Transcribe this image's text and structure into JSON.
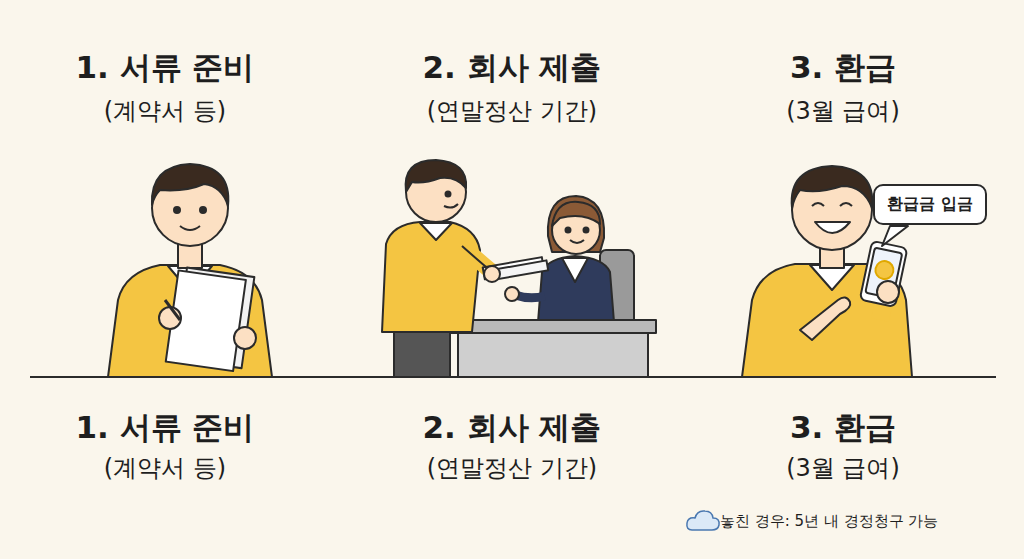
{
  "diagram": {
    "nodes": [
      {
        "text": [
          "환급금 입금"
        ]
      }
    ],
    "labels": [
      "1. 서류 준비",
      "(계약서 등)",
      "2. 회사 제출",
      "(연말정산 기간)",
      "3. 환급",
      "(3월 급여)",
      "1. 서류 준비",
      "(계약서 등)",
      "2. 회사 제출",
      "(연말정산 기간)",
      "3. 환급",
      "(3월 급여)",
      "놓친 경우: 5년 내 경정청구 가능"
    ]
  }
}
